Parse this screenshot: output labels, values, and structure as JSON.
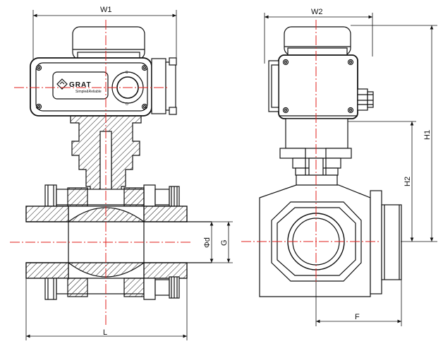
{
  "dimensions": {
    "w1": "W1",
    "w2": "W2",
    "h1": "H1",
    "h2": "H2",
    "l": "L",
    "f": "F",
    "g": "G",
    "phi_d": "Φd"
  },
  "logo": {
    "brand": "GRAT",
    "tagline": "Simple&Reliable",
    "dial_top": "S",
    "dial_bottom": "O"
  },
  "colors": {
    "line": "#111111",
    "centerline": "#e0201e",
    "hatch": "#111111",
    "actuator_fill": "#ffffff"
  }
}
